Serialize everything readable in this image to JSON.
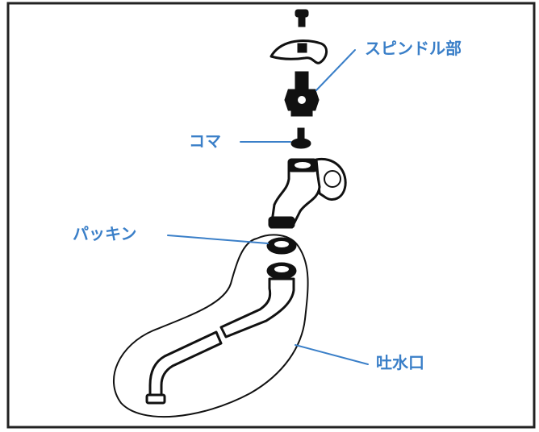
{
  "labels": {
    "spindle": "スピンドル部",
    "koma": "コマ",
    "packing": "パッキン",
    "spout": "吐水口"
  },
  "colors": {
    "label": "#3a7fc8",
    "line": "#111111",
    "frame": "#222222"
  }
}
